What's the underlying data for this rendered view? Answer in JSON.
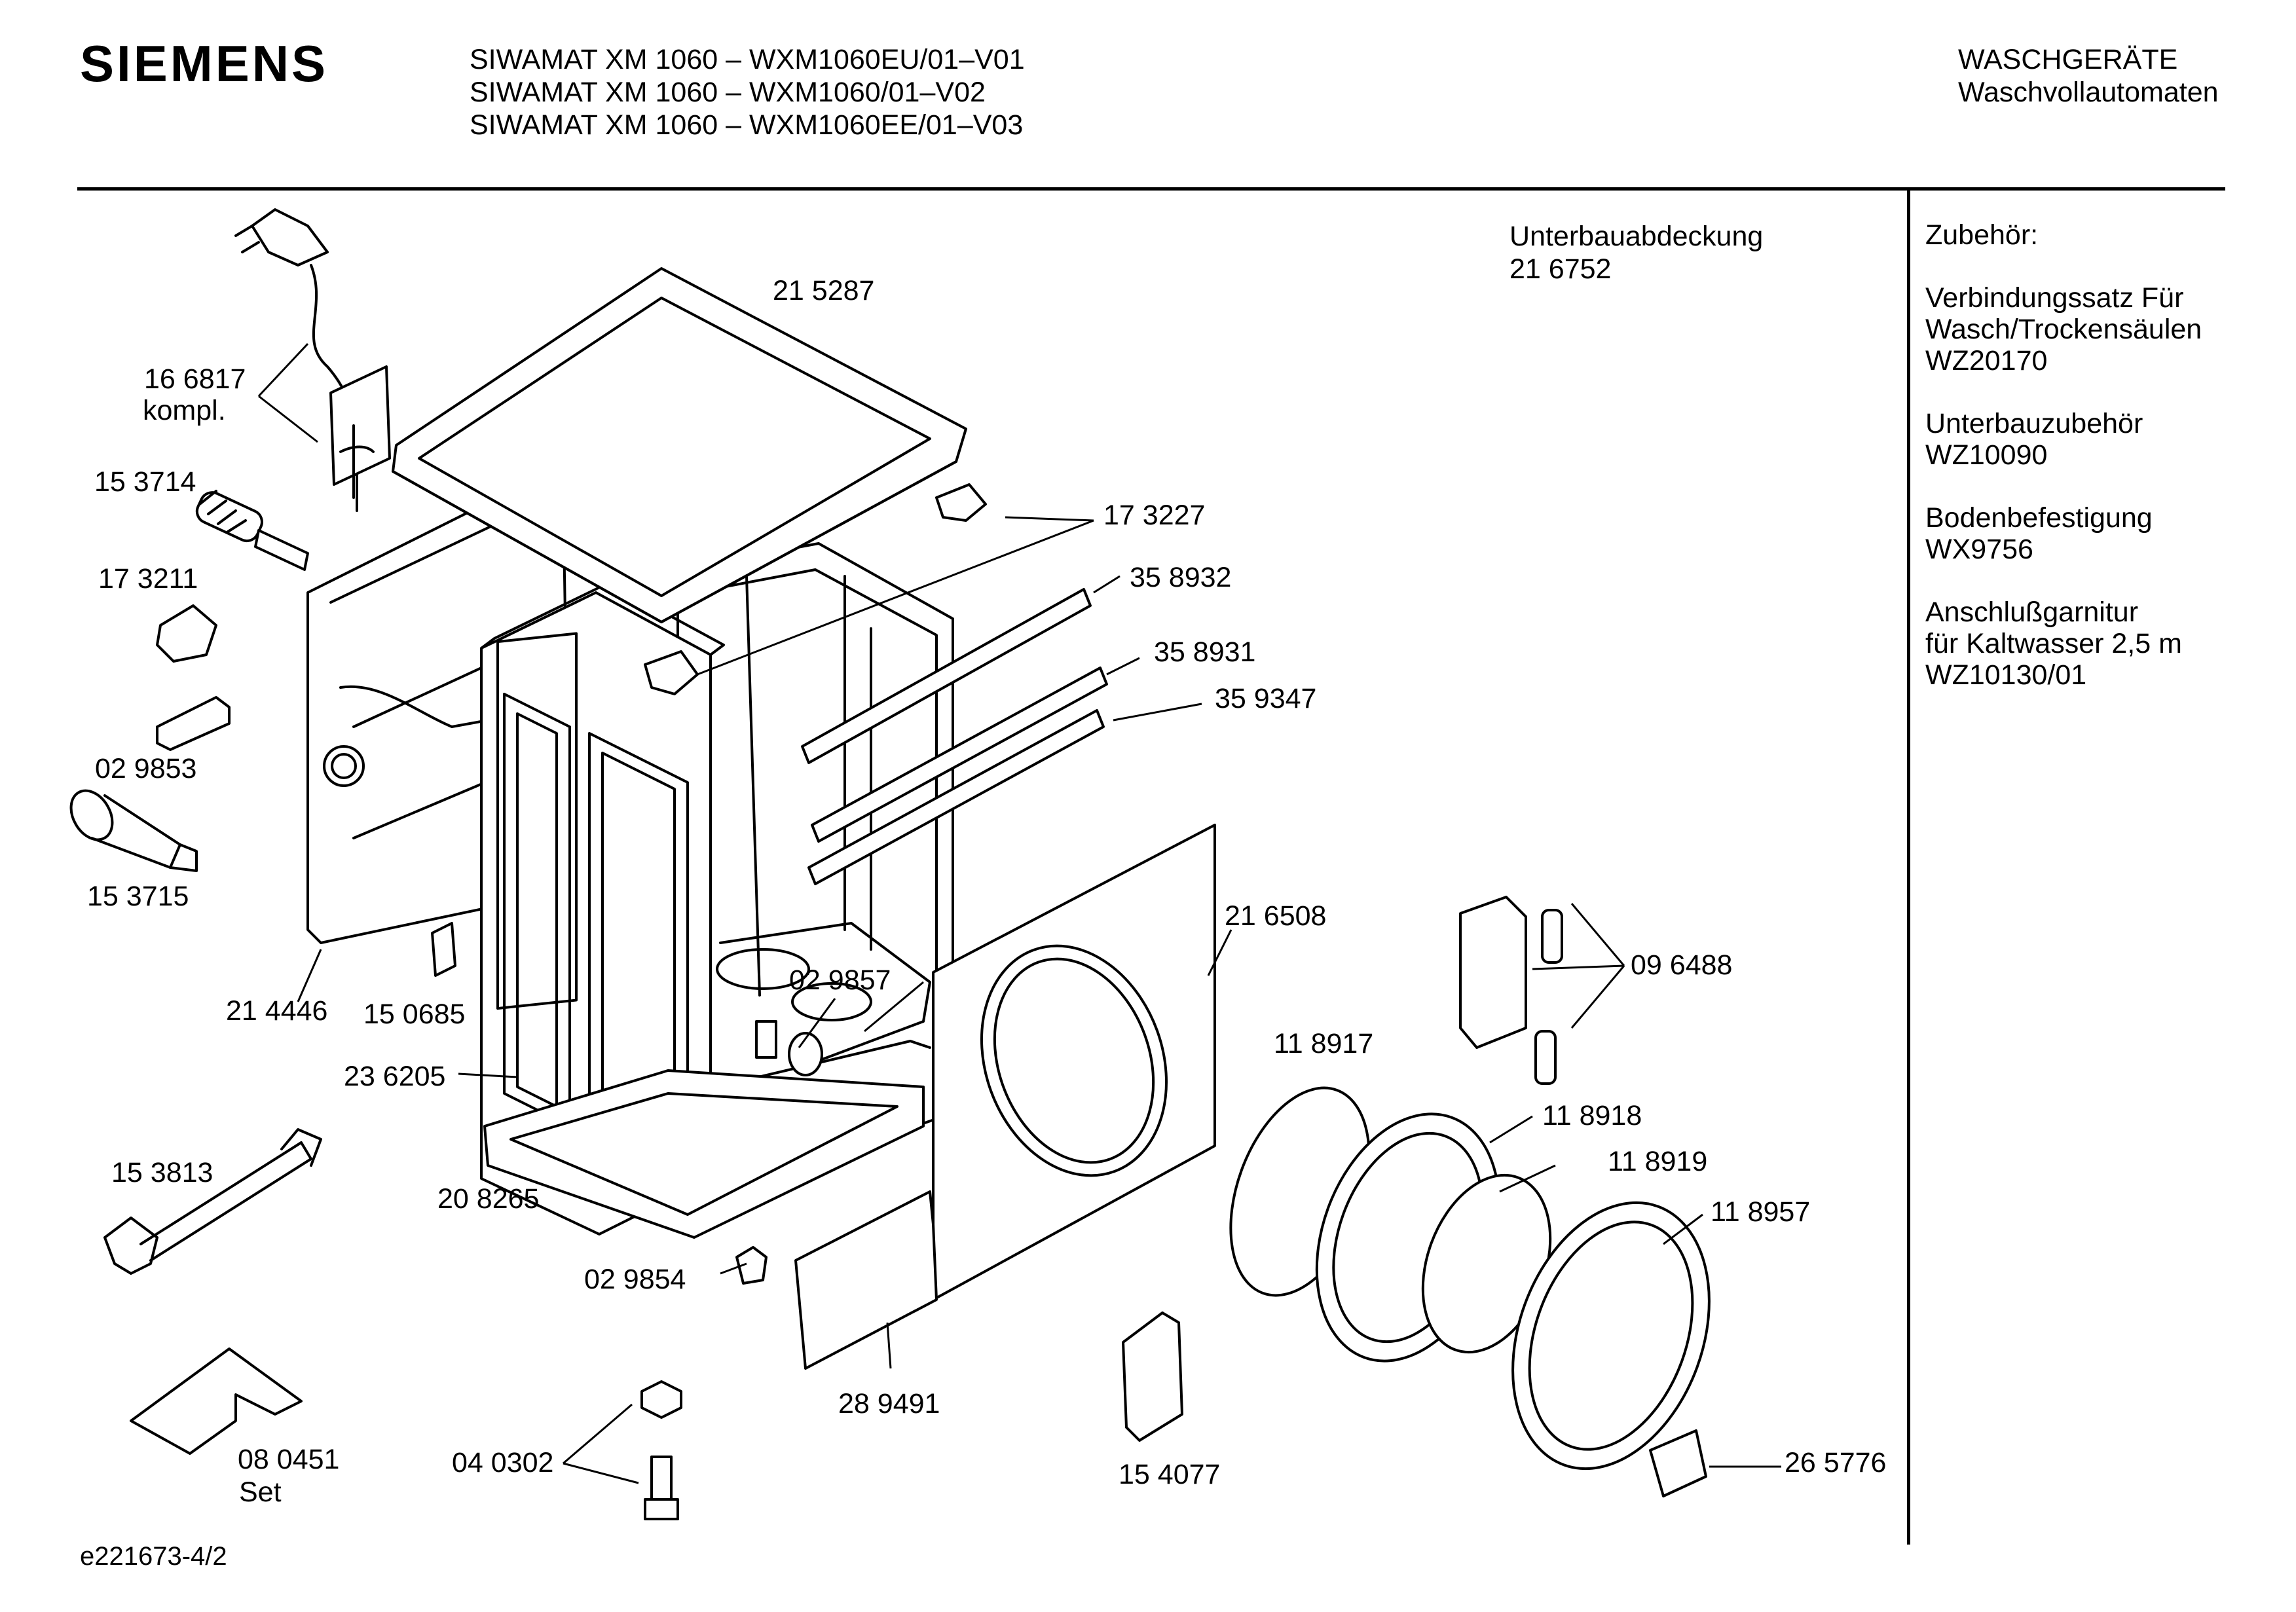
{
  "header": {
    "brand": "SIEMENS",
    "models": [
      "SIWAMAT XM 1060 – WXM1060EU/01–V01",
      "SIWAMAT XM 1060 – WXM1060/01–V02",
      "SIWAMAT XM 1060 – WXM1060EE/01–V03"
    ],
    "category": "WASCHGERÄTE",
    "subcategory": "Waschvollautomaten"
  },
  "accessories": {
    "heading": "Zubehör:",
    "items": [
      {
        "lines": [
          "Verbindungssatz Für",
          "Wasch/Trockensäulen",
          "WZ20170"
        ]
      },
      {
        "lines": [
          "Unterbauzubehör",
          "WZ10090"
        ]
      },
      {
        "lines": [
          "Bodenbefestigung",
          "WX9756"
        ]
      },
      {
        "lines": [
          "Anschlußgarnitur",
          "für Kaltwasser 2,5 m",
          "WZ10130/01"
        ]
      }
    ]
  },
  "note": {
    "title": "Unterbauabdeckung",
    "part": "21 6752"
  },
  "parts": {
    "p166817": "16 6817",
    "kompl": "kompl.",
    "p153714": "15 3714",
    "p173211": "17 3211",
    "p029853": "02 9853",
    "p153715": "15 3715",
    "p214446": "21 4446",
    "p150685": "15 0685",
    "p236205": "23 6205",
    "p153813": "15 3813",
    "p208265": "20 8265",
    "p080451": "08 0451",
    "set": "Set",
    "p040302": "04 0302",
    "p029854": "02 9854",
    "p289491": "28 9491",
    "p154077": "15 4077",
    "p215287": "21 5287",
    "p173227": "17 3227",
    "p358932": "35 8932",
    "p358931": "35 8931",
    "p359347": "35 9347",
    "p216508": "21 6508",
    "p029857": "02 9857",
    "p096488": "09 6488",
    "p118917": "11 8917",
    "p118918": "11 8918",
    "p118919": "11 8919",
    "p118957": "11 8957",
    "p265776": "26 5776"
  },
  "footer": {
    "drawing_id": "e221673-4/2"
  }
}
